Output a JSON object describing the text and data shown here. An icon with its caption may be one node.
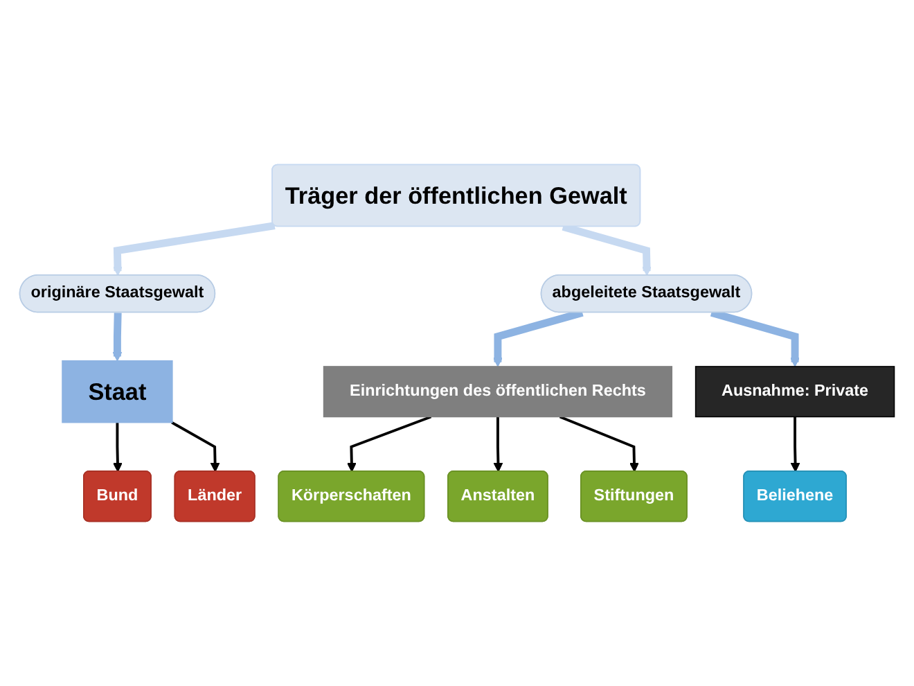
{
  "diagram": {
    "nodes": [
      {
        "text": [
          "Träger der öffentlichen Gewalt"
        ]
      },
      {
        "text": [
          "originäre Staatsgewalt"
        ]
      },
      {
        "text": [
          "abgeleitete Staatsgewalt"
        ]
      },
      {
        "text": [
          "Staat"
        ]
      },
      {
        "text": [
          "Einrichtungen des öffentlichen Rechts"
        ]
      },
      {
        "text": [
          "Ausnahme: Private"
        ]
      },
      {
        "text": [
          "Bund"
        ]
      },
      {
        "text": [
          "Länder"
        ]
      },
      {
        "text": [
          "Körperschaften"
        ]
      },
      {
        "text": [
          "Anstalten"
        ]
      },
      {
        "text": [
          "Stiftungen"
        ]
      },
      {
        "text": [
          "Beliehene"
        ]
      }
    ],
    "edges": [
      {
        "from": 0,
        "to": 1,
        "arrow": "to",
        "style": "thick",
        "color": "#c6d9f1"
      },
      {
        "from": 0,
        "to": 2,
        "arrow": "to",
        "style": "thick",
        "color": "#c6d9f1"
      },
      {
        "from": 1,
        "to": 3,
        "arrow": "to",
        "style": "thick",
        "color": "#8db3e2"
      },
      {
        "from": 2,
        "to": 4,
        "arrow": "to",
        "style": "thick",
        "color": "#8db3e2"
      },
      {
        "from": 2,
        "to": 5,
        "arrow": "to",
        "style": "thick",
        "color": "#8db3e2"
      },
      {
        "from": 3,
        "to": 6,
        "arrow": "to"
      },
      {
        "from": 3,
        "to": 7,
        "arrow": "to"
      },
      {
        "from": 4,
        "to": 8,
        "arrow": "to"
      },
      {
        "from": 4,
        "to": 9,
        "arrow": "to"
      },
      {
        "from": 4,
        "to": 10,
        "arrow": "to"
      },
      {
        "from": 5,
        "to": 11,
        "arrow": "to"
      }
    ]
  }
}
